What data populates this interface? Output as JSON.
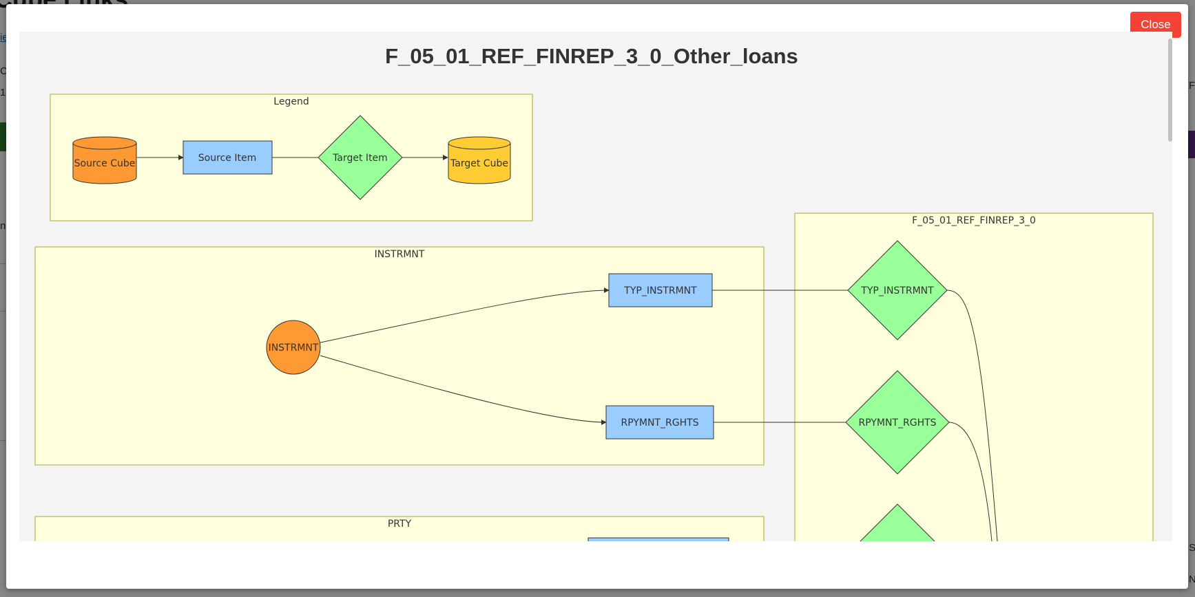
{
  "background": {
    "title": "Cube Links",
    "link_fragment": "ie",
    "fragments": [
      "C",
      "1",
      "nc",
      "F",
      "S",
      "N"
    ]
  },
  "modal": {
    "close_label": "Close"
  },
  "diagram": {
    "title": "F_05_01_REF_FINREP_3_0_Other_loans",
    "legend": {
      "label": "Legend",
      "source_cube": "Source Cube",
      "source_item": "Source Item",
      "target_item": "Target Item",
      "target_cube": "Target Cube"
    },
    "clusters": {
      "instrmnt": "INSTRMNT",
      "prty": "PRTY",
      "target": "F_05_01_REF_FINREP_3_0"
    },
    "source_cube_node": "INSTRMNT",
    "source_items": {
      "typ": "TYP_INSTRMNT",
      "rpymnt": "RPYMNT_RGHTS"
    },
    "target_items": {
      "typ": "TYP_INSTRMNT",
      "rpymnt": "RPYMNT_RGHTS"
    },
    "colors": {
      "source_cube": "#ff9933",
      "source_item": "#99ccff",
      "target_item": "#99ff99",
      "target_cube": "#ffcc33",
      "cluster_fill": "#ffffde",
      "cluster_stroke": "#aaaa33"
    }
  }
}
